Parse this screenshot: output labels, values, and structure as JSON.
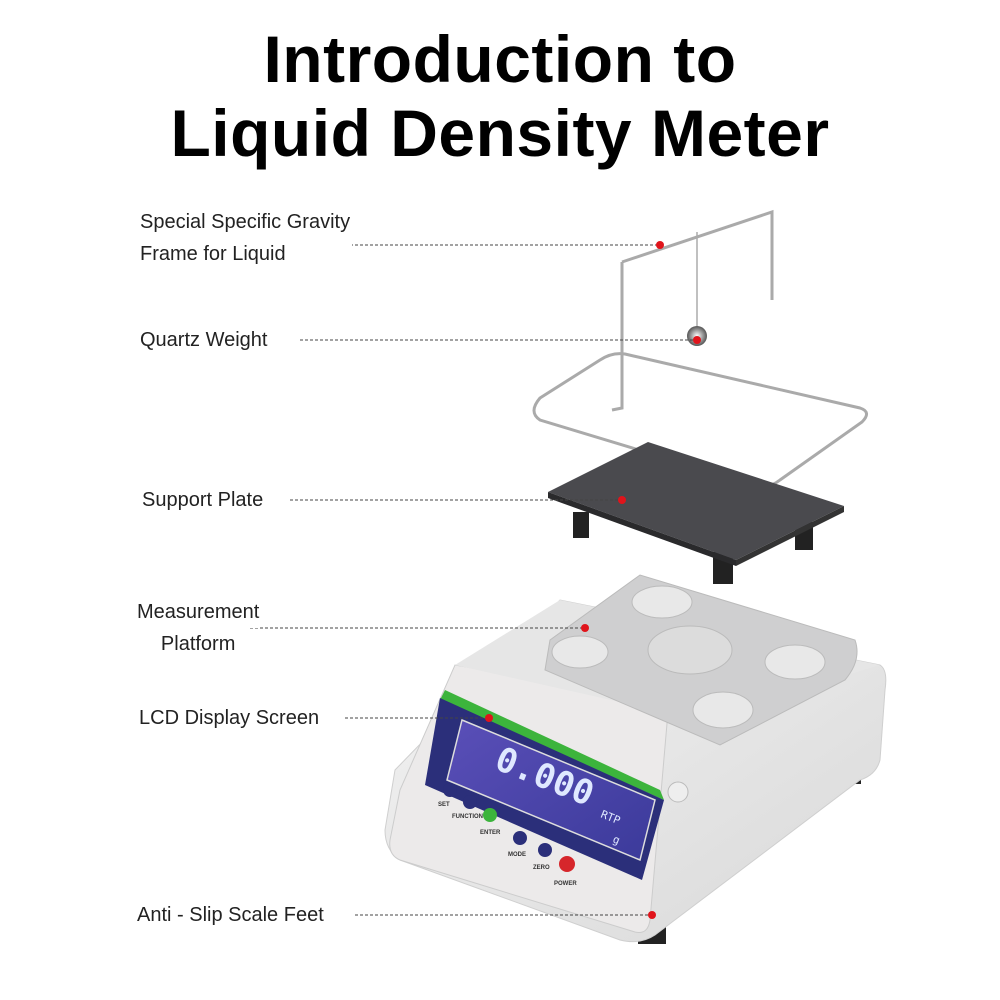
{
  "title": {
    "line1": "Introduction to",
    "line2": "Liquid Density Meter"
  },
  "callouts": [
    {
      "id": "frame",
      "lines": [
        "Special Specific Gravity",
        "Frame for Liquid"
      ]
    },
    {
      "id": "quartz",
      "lines": [
        "Quartz Weight"
      ]
    },
    {
      "id": "plate",
      "lines": [
        "Support Plate"
      ]
    },
    {
      "id": "platform",
      "lines": [
        "Measurement",
        "Platform"
      ]
    },
    {
      "id": "lcd",
      "lines": [
        "LCD Display Screen"
      ]
    },
    {
      "id": "feet",
      "lines": [
        "Anti - Slip Scale Feet"
      ]
    }
  ],
  "device": {
    "lcd_reading": "0.000",
    "lcd_unit": "g",
    "lcd_mode": "RTP",
    "buttons": [
      "SET",
      "FUNCTION",
      "ENTER",
      "MODE",
      "ZERO",
      "POWER"
    ]
  },
  "colors": {
    "dot": "#e0141b",
    "lcd_bg": "#2b2f7a",
    "accent_green": "#3cb43c",
    "power": "#d6262b"
  }
}
